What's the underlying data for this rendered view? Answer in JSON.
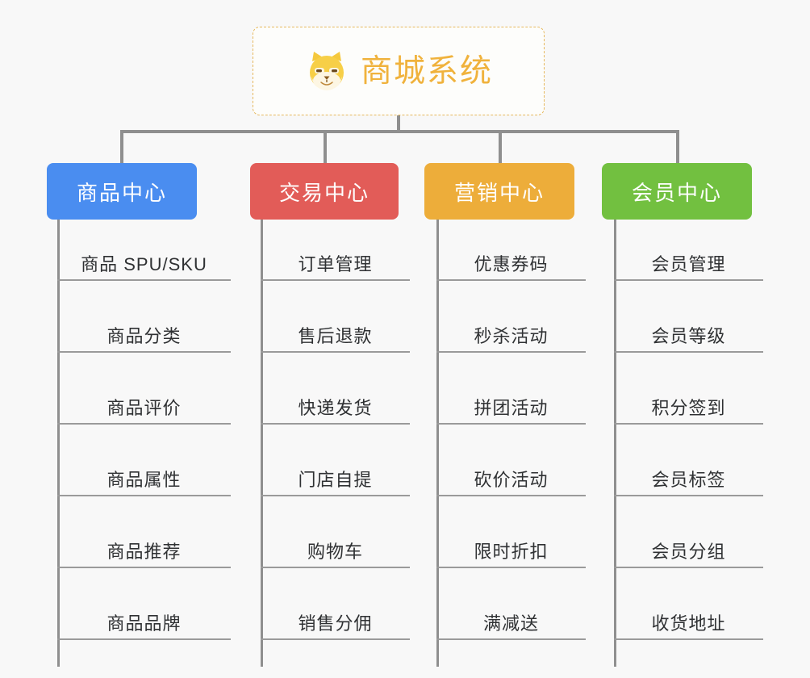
{
  "root": {
    "title": "商城系统",
    "icon": "shiba-dog-face-icon",
    "title_color": "#f0b23c",
    "border_color": "#e7b95e",
    "background": "#fdfdfb"
  },
  "canvas": {
    "background": "#f8f8f8",
    "connector_color": "#8f8f8f",
    "leaf_text_color": "#2f3133",
    "leaf_rule_color": "#9a9a9a"
  },
  "categories": [
    {
      "label": "商品中心",
      "color": "#4a8df0",
      "items": [
        "商品 SPU/SKU",
        "商品分类",
        "商品评价",
        "商品属性",
        "商品推荐",
        "商品品牌"
      ]
    },
    {
      "label": "交易中心",
      "color": "#e25c58",
      "items": [
        "订单管理",
        "售后退款",
        "快递发货",
        "门店自提",
        "购物车",
        "销售分佣"
      ]
    },
    {
      "label": "营销中心",
      "color": "#edad3a",
      "items": [
        "优惠券码",
        "秒杀活动",
        "拼团活动",
        "砍价活动",
        "限时折扣",
        "满减送"
      ]
    },
    {
      "label": "会员中心",
      "color": "#72c040",
      "items": [
        "会员管理",
        "会员等级",
        "积分签到",
        "会员标签",
        "会员分组",
        "收货地址"
      ]
    }
  ]
}
